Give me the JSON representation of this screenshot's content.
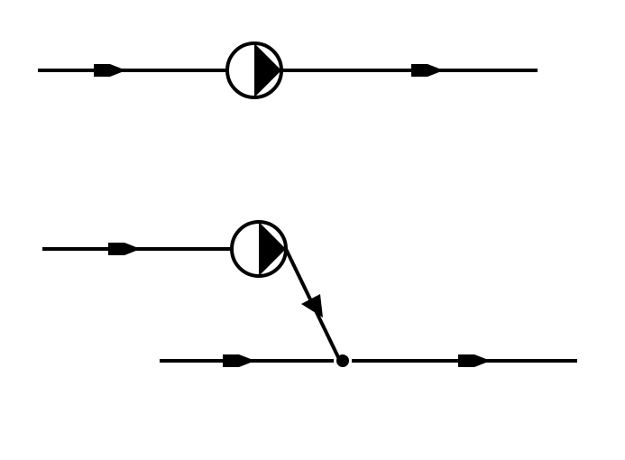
{
  "diagram": {
    "background": "#ffffff",
    "line_color": "#000000",
    "symbols": {
      "pump": "circulating-pump-symbol",
      "flow": "flow-direction-arrow-icon",
      "junction": "junction-dot"
    },
    "circuits": [
      {
        "id": "circuit-1",
        "elements": [
          "pipe",
          "flow-arrow",
          "pump",
          "pipe",
          "flow-arrow",
          "pipe"
        ]
      },
      {
        "id": "circuit-2",
        "elements": [
          "pipe",
          "flow-arrow",
          "pump",
          "branch-pipe",
          "flow-arrow",
          "junction"
        ]
      },
      {
        "id": "circuit-3",
        "elements": [
          "pipe",
          "flow-arrow",
          "junction",
          "pipe",
          "flow-arrow",
          "pipe"
        ]
      }
    ]
  }
}
